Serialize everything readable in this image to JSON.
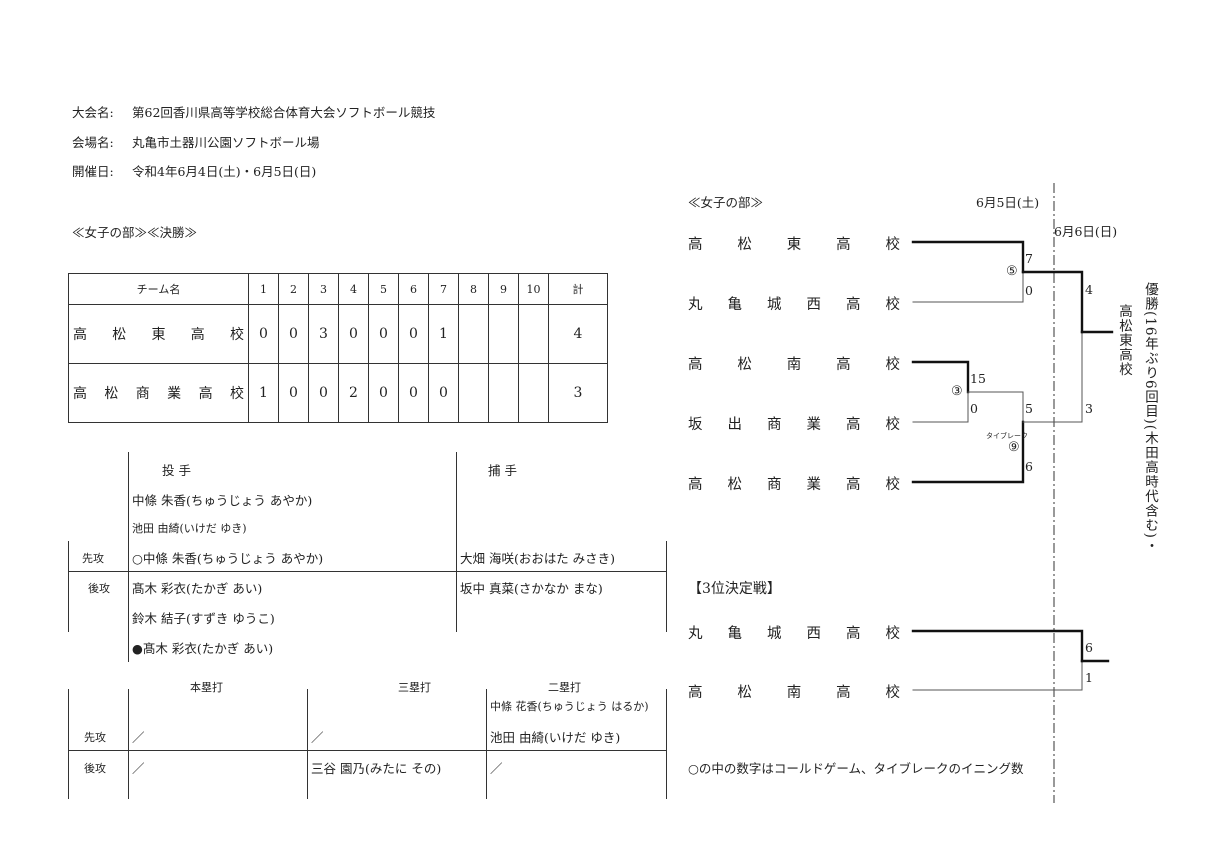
{
  "info": {
    "tournament_label": "大会名:",
    "tournament": "第62回香川県高等学校総合体育大会ソフトボール競技",
    "venue_label": "会場名:",
    "venue": "丸亀市土器川公園ソフトボール場",
    "dates_label": "開催日:",
    "dates": "令和4年6月4日(土)・6月5日(日)"
  },
  "final": {
    "heading": "≪女子の部≫≪決勝≫",
    "team_header": "チーム名",
    "innings": [
      "1",
      "2",
      "3",
      "4",
      "5",
      "6",
      "7",
      "8",
      "9",
      "10"
    ],
    "total_header": "計",
    "rows": [
      {
        "team": [
          "高",
          "松",
          "東",
          "高",
          "校"
        ],
        "scores": [
          "0",
          "0",
          "3",
          "0",
          "0",
          "0",
          "1",
          "",
          "",
          ""
        ],
        "total": "4"
      },
      {
        "team": [
          "高",
          "松",
          "商",
          "業",
          "高",
          "校"
        ],
        "scores": [
          "1",
          "0",
          "0",
          "2",
          "0",
          "0",
          "0",
          "",
          "",
          ""
        ],
        "total": "3"
      }
    ]
  },
  "battery": {
    "pitcher_header": "投 手",
    "catcher_header": "捕 手",
    "p1": "中條 朱香(ちゅうじょう あやか)",
    "p2": "池田 由綺(いけだ ゆき)",
    "first_label": "先攻",
    "first_pitcher": "○中條 朱香(ちゅうじょう あやか)",
    "first_catcher": "大畑 海咲(おおはた みさき)",
    "second_label": "後攻",
    "second_pitcher1": "髙木 彩衣(たかぎ あい)",
    "second_pitcher2": "鈴木 結子(すずき ゆうこ)",
    "second_pitcher3": "●髙木 彩衣(たかぎ あい)",
    "second_catcher": "坂中 真菜(さかなか まな)"
  },
  "hits": {
    "hr_header": "本塁打",
    "triple_header": "三塁打",
    "double_header": "二塁打",
    "first_label": "先攻",
    "second_label": "後攻",
    "first_hr": "／",
    "first_triple": "／",
    "first_double1": "中條 花香(ちゅうじょう はるか)",
    "first_double2": "池田 由綺(いけだ ゆき)",
    "second_hr": "／",
    "second_triple": "三谷 園乃(みたに その)",
    "second_double": "／"
  },
  "bracket": {
    "heading": "≪女子の部≫",
    "date1": "6月5日(土)",
    "date2": "6月6日(日)",
    "schools": [
      [
        "高",
        "松",
        "東",
        "高",
        "校"
      ],
      [
        "丸",
        "亀",
        "城",
        "西",
        "高",
        "校"
      ],
      [
        "高",
        "松",
        "南",
        "高",
        "校"
      ],
      [
        "坂",
        "出",
        "商",
        "業",
        "高",
        "校"
      ],
      [
        "高",
        "松",
        "商",
        "業",
        "高",
        "校"
      ]
    ],
    "scores": {
      "s1": "7",
      "s2": "0",
      "s3": "15",
      "s4": "0",
      "s5": "5",
      "s6": "6",
      "s7": "4",
      "s8": "3"
    },
    "circles": {
      "c1": "⑤",
      "c2": "③",
      "c3": "⑨"
    },
    "tiebreak_label": "タイブレーク",
    "winner": "高松東高校",
    "champion_note": "優勝(16年ぶり6回目)(木田高時代含む)・",
    "third_heading": "【3位決定戦】",
    "third_schools": [
      [
        "丸",
        "亀",
        "城",
        "西",
        "高",
        "校"
      ],
      [
        "高",
        "松",
        "南",
        "高",
        "校"
      ]
    ],
    "third_scores": {
      "t1": "6",
      "t2": "1"
    },
    "note": "○の中の数字はコールドゲーム、タイブレークのイニング数"
  }
}
